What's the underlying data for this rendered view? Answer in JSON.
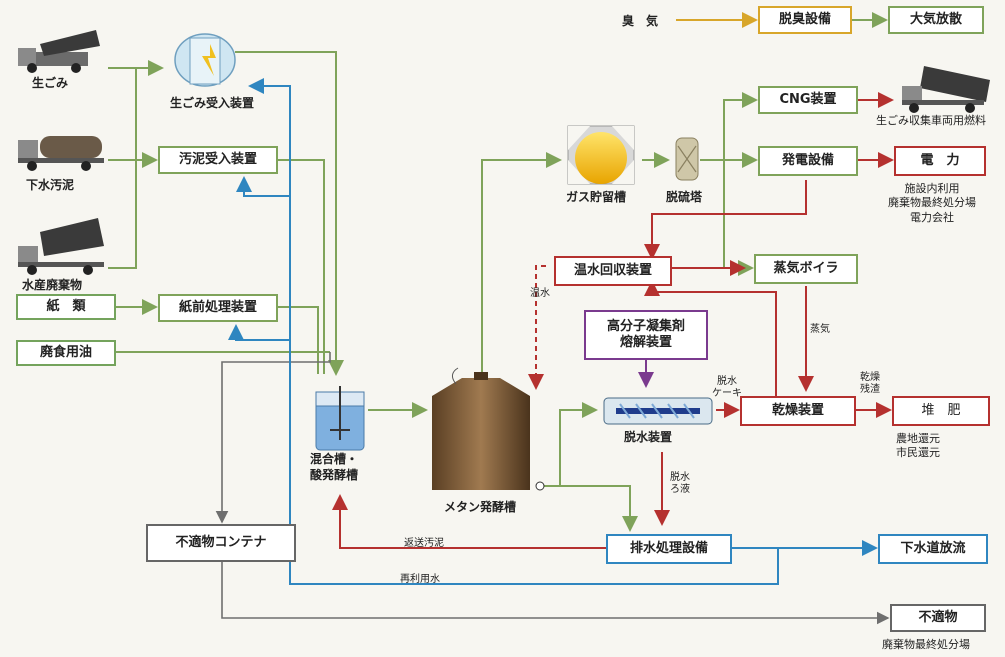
{
  "inputs": {
    "garbage": "生ごみ",
    "sewage_sludge": "下水汚泥",
    "seafood_waste": "水産廃棄物",
    "paper": "紙　類",
    "waste_oil": "廃食用油",
    "odor": "臭　気"
  },
  "equipment": {
    "garbage_receiver": "生ごみ受入装置",
    "sludge_receiver": "汚泥受入装置",
    "paper_pretreatment": "紙前処理装置",
    "mixing_tank_line1": "混合槽・",
    "mixing_tank_line2": "酸発酵槽",
    "methane_tank": "メタン発酵槽",
    "gas_holder": "ガス貯留槽",
    "desulfurizer": "脱硫塔",
    "deodorizer": "脱臭設備",
    "cng": "CNG装置",
    "generator": "発電設備",
    "hot_water_recovery": "温水回収装置",
    "steam_boiler": "蒸気ボイラ",
    "polymer_line1": "高分子凝集剤",
    "polymer_line2": "熔解装置",
    "dewatering": "脱水装置",
    "dryer": "乾燥装置",
    "wastewater": "排水処理設備",
    "unsuitable_container": "不適物コンテナ"
  },
  "outputs": {
    "atmosphere": "大気放散",
    "power": "電　力",
    "compost": "堆　肥",
    "sewer": "下水道放流",
    "unsuitable": "不適物"
  },
  "notes": {
    "cng_use": "生ごみ収集車両用燃料",
    "power_use_1": "施設内利用",
    "power_use_2": "廃棄物最終処分場",
    "power_use_3": "電力会社",
    "compost_use_1": "農地還元",
    "compost_use_2": "市民還元",
    "unsuitable_use": "廃棄物最終処分場"
  },
  "flow_labels": {
    "hot_water": "温水",
    "steam": "蒸気",
    "cake_1": "脱水",
    "cake_2": "ケーキ",
    "filtrate_1": "脱水",
    "filtrate_2": "ろ液",
    "dry_residue_1": "乾燥",
    "dry_residue_2": "残渣",
    "return_sludge": "返送汚泥",
    "reuse_water": "再利用水"
  },
  "colors": {
    "green": "#7fa35a",
    "red": "#b5312f",
    "blue": "#2f86c0",
    "gray": "#6f6f6f",
    "yellow": "#d8a62a",
    "purple": "#7a3a8e"
  }
}
